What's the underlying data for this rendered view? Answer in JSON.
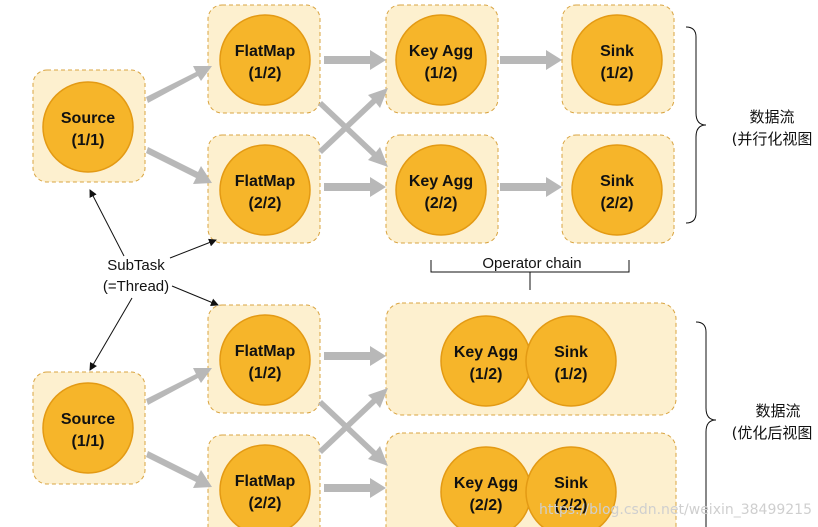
{
  "nodes": {
    "top": {
      "source": [
        "Source",
        "(1/1)"
      ],
      "flatmap1": [
        "FlatMap",
        "(1/2)"
      ],
      "flatmap2": [
        "FlatMap",
        "(2/2)"
      ],
      "keyagg1": [
        "Key Agg",
        "(1/2)"
      ],
      "keyagg2": [
        "Key Agg",
        "(2/2)"
      ],
      "sink1": [
        "Sink",
        "(1/2)"
      ],
      "sink2": [
        "Sink",
        "(2/2)"
      ]
    },
    "bottom": {
      "source": [
        "Source",
        "(1/1)"
      ],
      "flatmap1": [
        "FlatMap",
        "(1/2)"
      ],
      "flatmap2": [
        "FlatMap",
        "(2/2)"
      ],
      "keyagg1": [
        "Key Agg",
        "(1/2)"
      ],
      "keyagg2": [
        "Key Agg",
        "(2/2)"
      ],
      "sink1": [
        "Sink",
        "(1/2)"
      ],
      "sink2": [
        "Sink",
        "(2/2)"
      ]
    }
  },
  "annotations": {
    "subtask_line1": "SubTask",
    "subtask_line2": "(=Thread)",
    "operator_chain": "Operator chain",
    "top_label_line1": "数据流",
    "top_label_line2": "(并行化视图",
    "bottom_label_line1": "数据流",
    "bottom_label_line2": "(优化后视图"
  },
  "watermark": "https://blog.csdn.net/weixin_38499215"
}
